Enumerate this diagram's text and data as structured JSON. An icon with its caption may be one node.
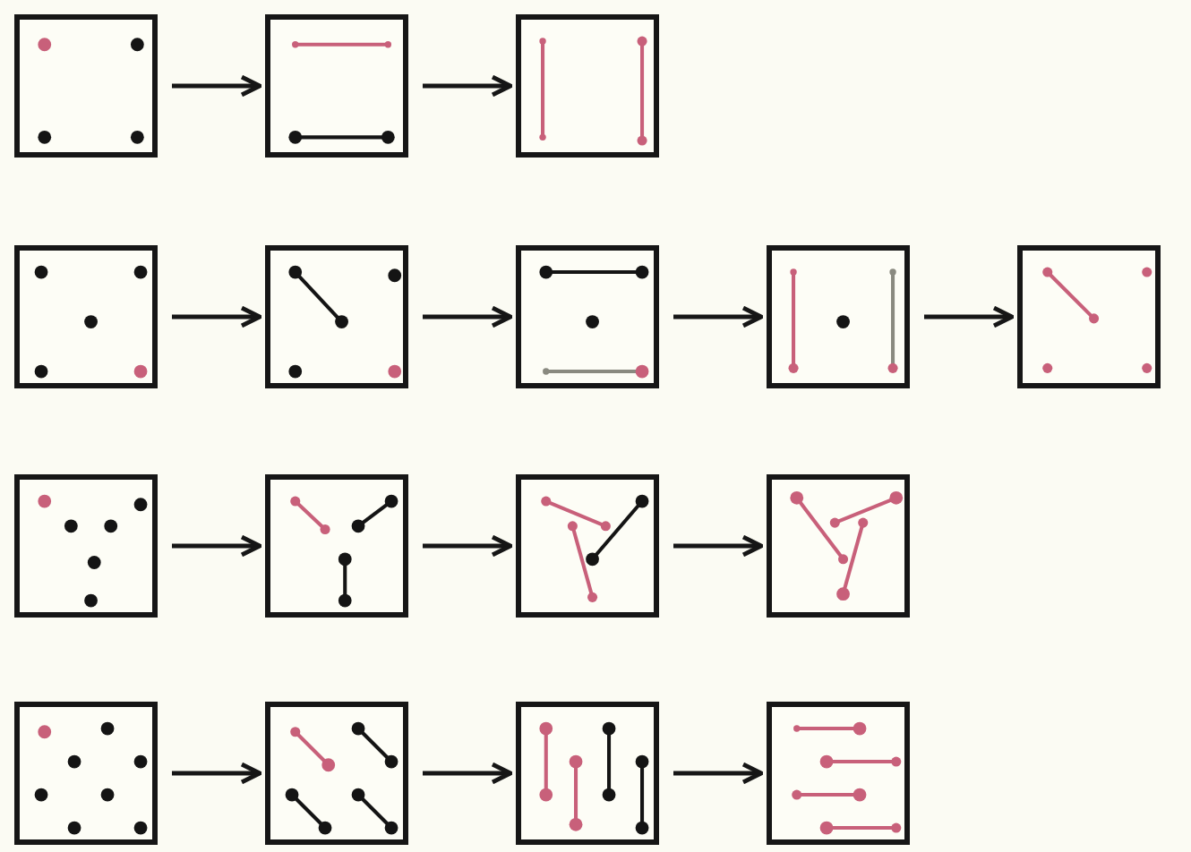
{
  "diagram": {
    "nodes": [
      {
        "text": [],
        "shape": "box"
      },
      {
        "text": [],
        "shape": "box"
      },
      {
        "text": [],
        "shape": "box"
      },
      {
        "text": [],
        "shape": "box"
      },
      {
        "text": [],
        "shape": "box"
      },
      {
        "text": [],
        "shape": "box"
      },
      {
        "text": [],
        "shape": "box"
      },
      {
        "text": [],
        "shape": "box"
      },
      {
        "text": [],
        "shape": "box"
      },
      {
        "text": [],
        "shape": "box"
      },
      {
        "text": [],
        "shape": "box"
      },
      {
        "text": [],
        "shape": "box"
      },
      {
        "text": [],
        "shape": "box"
      },
      {
        "text": [],
        "shape": "box"
      },
      {
        "text": [],
        "shape": "box"
      },
      {
        "text": [],
        "shape": "box"
      }
    ],
    "edges": [
      {
        "from": 0,
        "to": 1,
        "arrow": "to"
      },
      {
        "from": 1,
        "to": 2,
        "arrow": "to"
      },
      {
        "from": 3,
        "to": 4,
        "arrow": "to"
      },
      {
        "from": 4,
        "to": 5,
        "arrow": "to"
      },
      {
        "from": 5,
        "to": 6,
        "arrow": "to"
      },
      {
        "from": 6,
        "to": 7,
        "arrow": "to"
      },
      {
        "from": 8,
        "to": 9,
        "arrow": "to"
      },
      {
        "from": 9,
        "to": 10,
        "arrow": "to"
      },
      {
        "from": 10,
        "to": 11,
        "arrow": "to"
      },
      {
        "from": 12,
        "to": 13,
        "arrow": "to"
      },
      {
        "from": 13,
        "to": 14,
        "arrow": "to"
      },
      {
        "from": 14,
        "to": 15,
        "arrow": "to"
      }
    ]
  }
}
